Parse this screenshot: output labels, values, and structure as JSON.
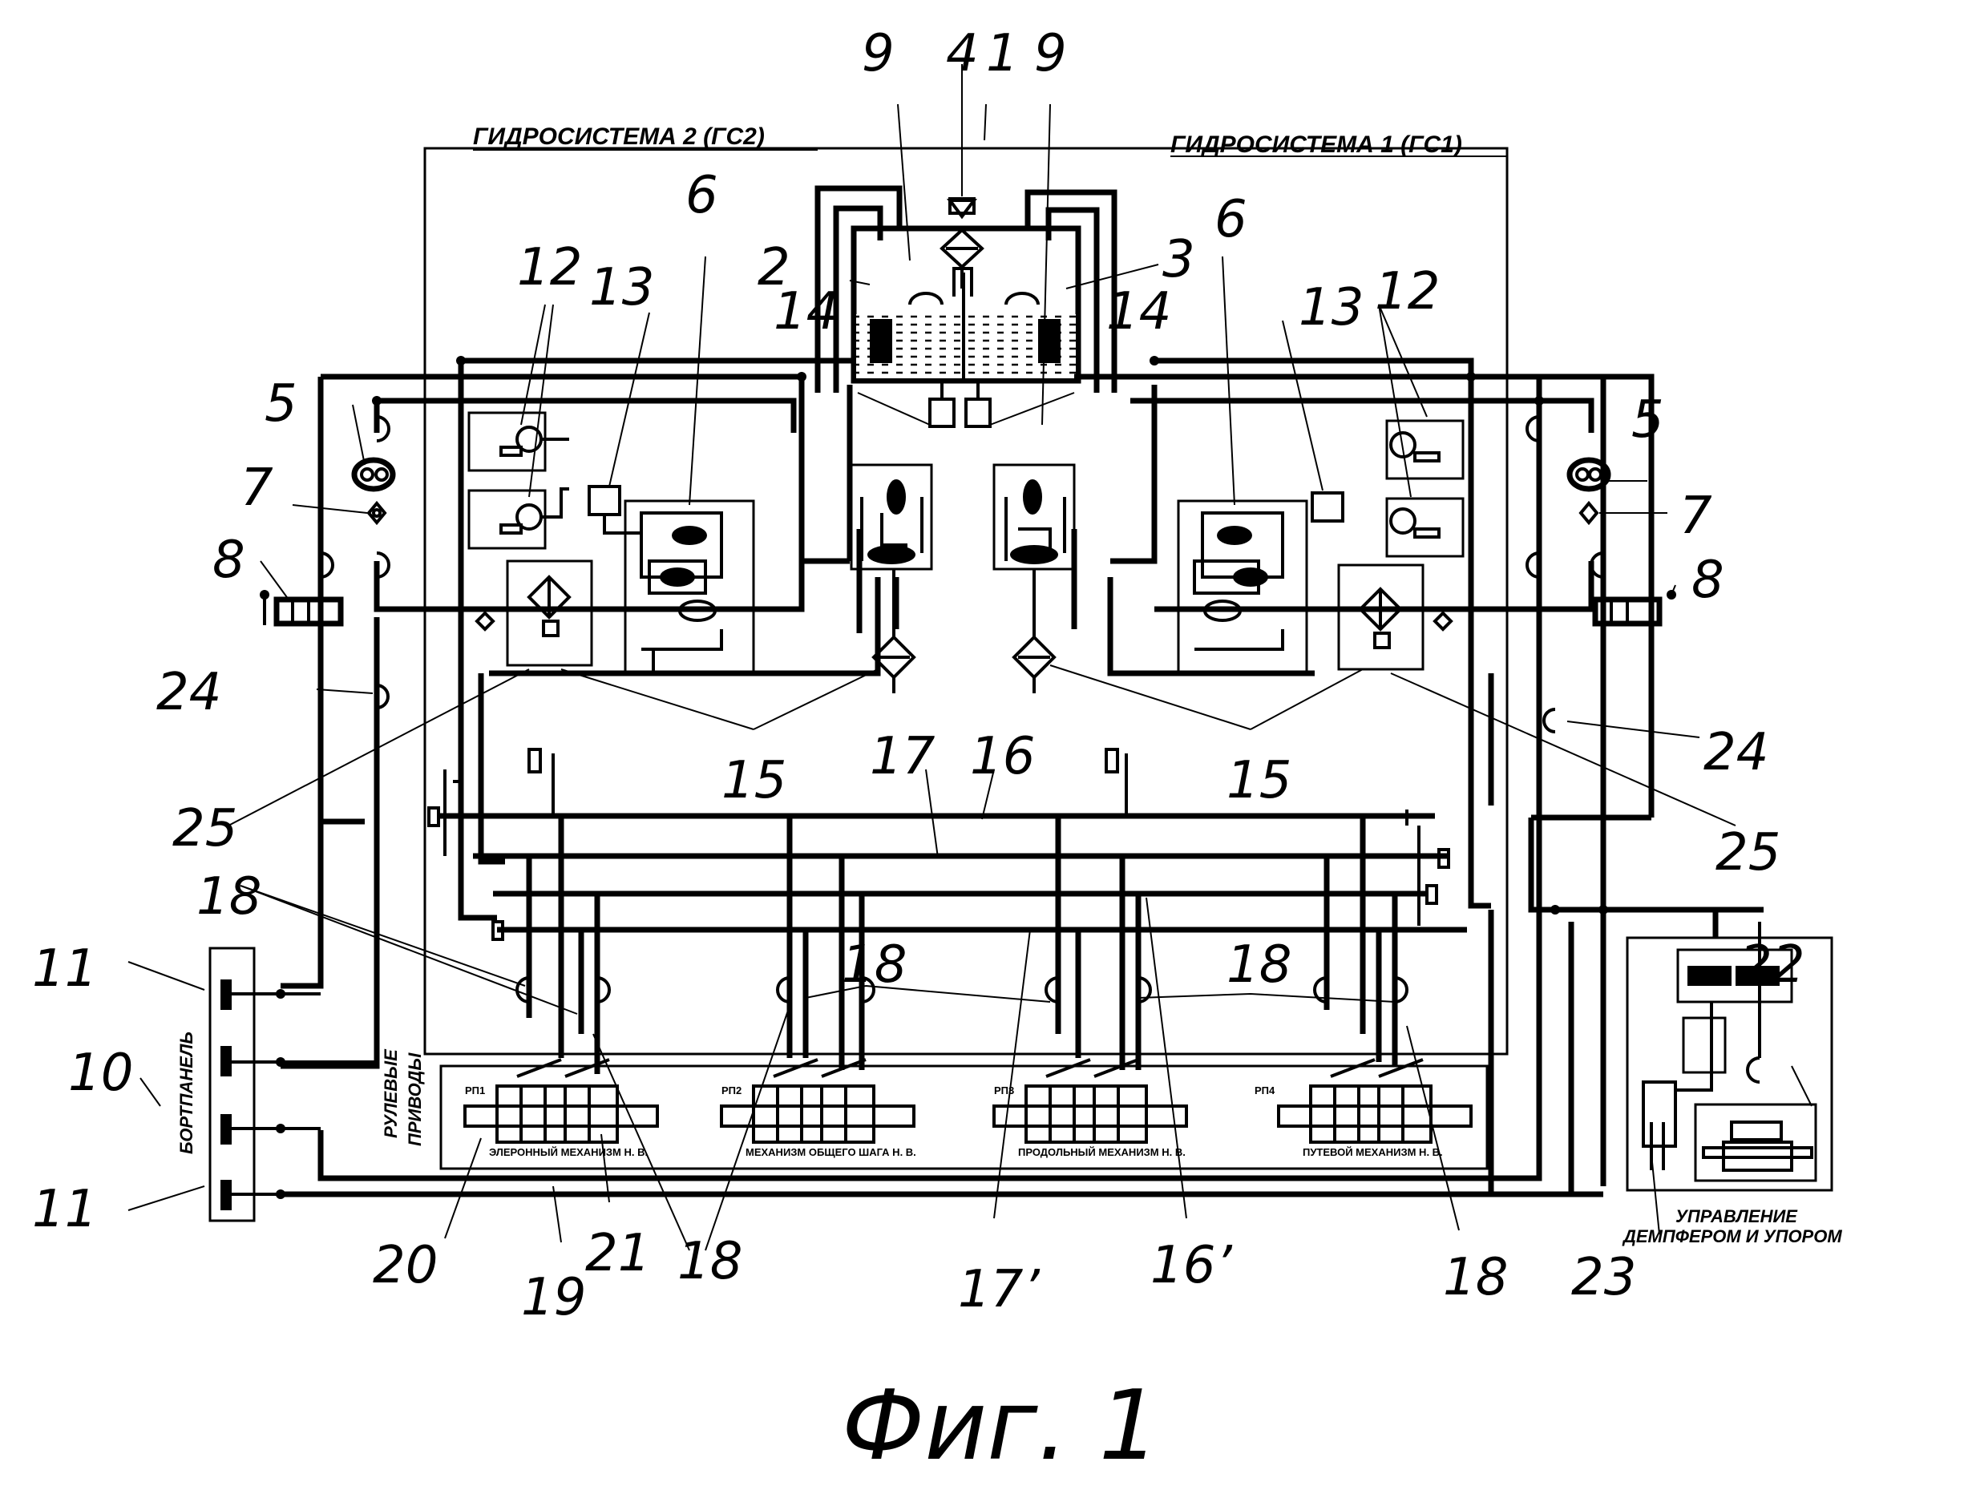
{
  "figure": {
    "caption": "Фиг. 1",
    "headers": {
      "left_system": "ГИДРОСИСТЕМА 2 (ГС2)",
      "right_system": "ГИДРОСИСТЕМА 1 (ГС1)"
    },
    "group_labels": {
      "board_panel": "БОРТПАНЕЛЬ",
      "steering_drives_line1": "РУЛЕВЫЕ",
      "steering_drives_line2": "ПРИВОДЫ",
      "damper_control_line1": "УПРАВЛЕНИЕ",
      "damper_control_line2": "ДЕМПФЕРОМ И УПОРОМ"
    },
    "actuators": [
      {
        "tag": "РП1",
        "caption": "ЭЛЕРОННЫЙ МЕХАНИЗМ Н. В."
      },
      {
        "tag": "РП2",
        "caption": "МЕХАНИЗМ ОБЩЕГО ШАГА Н. В."
      },
      {
        "tag": "РП3",
        "caption": "ПРОДОЛЬНЫЙ МЕХАНИЗМ Н. В."
      },
      {
        "tag": "РП4",
        "caption": "ПУТЕВОЙ МЕХАНИЗМ Н. В."
      }
    ],
    "reference_numerals": {
      "n1": "1",
      "n2": "2",
      "n3": "3",
      "n4": "4",
      "n5_left": "5",
      "n5_right": "5",
      "n6_left": "6",
      "n6_right": "6",
      "n7_left": "7",
      "n7_right": "7",
      "n8_left": "8",
      "n8_right": "8",
      "n9_left": "9",
      "n9_right": "9",
      "n10": "10",
      "n11_top": "11",
      "n11_bottom": "11",
      "n12_left": "12",
      "n12_right": "12",
      "n13_left": "13",
      "n13_right": "13",
      "n14_left": "14",
      "n14_right": "14",
      "n15_left": "15",
      "n15_right": "15",
      "n16": "16",
      "n16p": "16’",
      "n17": "17",
      "n17p": "17’",
      "n18_a": "18",
      "n18_b": "18",
      "n18_c": "18",
      "n18_d": "18",
      "n18_e": "18",
      "n19": "19",
      "n20": "20",
      "n21": "21",
      "n22": "22",
      "n23": "23",
      "n24_left": "24",
      "n24_right": "24",
      "n25_left": "25",
      "n25_right": "25"
    },
    "colors": {
      "ink": "#000000",
      "paper": "#ffffff",
      "fluid_dash": "#000000"
    }
  }
}
